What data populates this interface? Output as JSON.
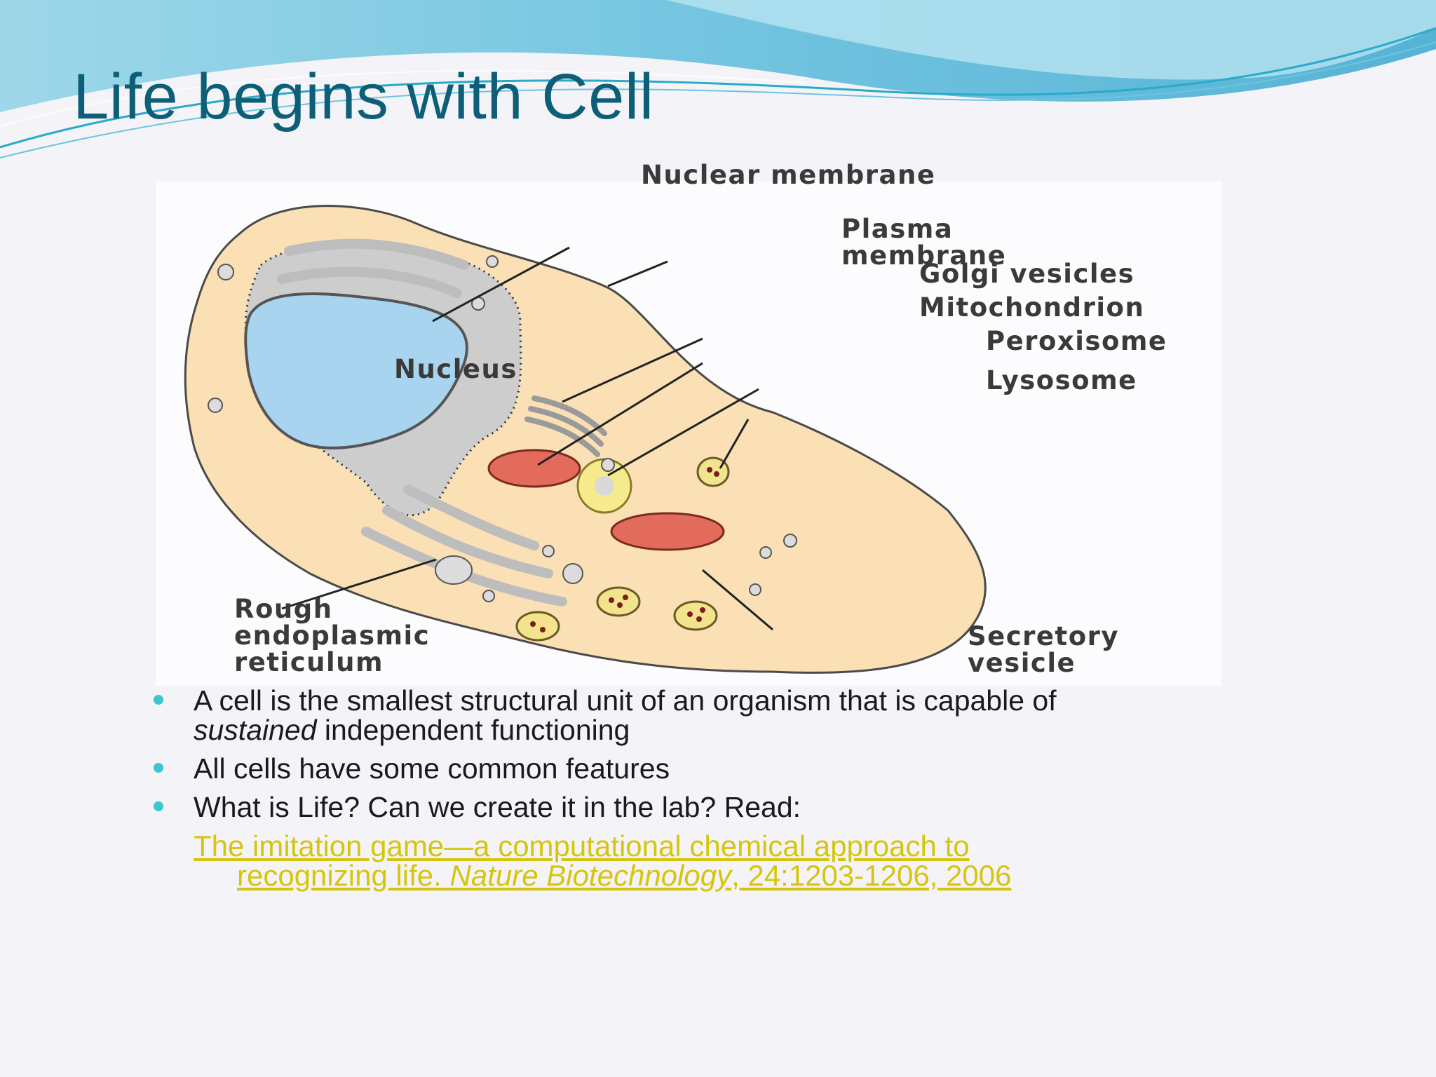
{
  "slide": {
    "title": "Life begins with Cell"
  },
  "diagram": {
    "labels": {
      "nuclear_membrane": "Nuclear membrane",
      "plasma_membrane": "Plasma\nmembrane",
      "golgi_vesicles": "Golgi vesicles",
      "mitochondrion": "Mitochondrion",
      "peroxisome": "Peroxisome",
      "lysosome": "Lysosome",
      "nucleus": "Nucleus",
      "rough_er": "Rough\nendoplasmic\nreticulum",
      "secretory_vesicle": "Secretory\nvesicle"
    },
    "colors": {
      "cytoplasm": "#fae0b4",
      "nucleus": "#a9d4ef",
      "er": "#cdcdcd",
      "mitochondrion": "#e36b5c",
      "peroxisome": "#f6eb8c",
      "lysosome": "#f2e38c"
    }
  },
  "bullets": [
    {
      "pre": "A cell is the smallest structural unit of an organism that is capable of",
      "em": "sustained",
      "post": " independent functioning"
    },
    {
      "text": "All cells have some common features"
    },
    {
      "text": "What is Life? Can we create it in the lab? Read:"
    }
  ],
  "reference": {
    "line1": "The imitation game—a computational chemical approach to",
    "line2_pre": "recognizing life. ",
    "line2_em": "Nature Biotechnology",
    "line2_post": ", 24:1203-1206, 2006"
  },
  "theme": {
    "title_color": "#0d5f78",
    "bullet_color": "#3cc6cf",
    "link_color": "#d6c50c",
    "wave_colors": [
      "#6cc4e0",
      "#2aa9c9",
      "#bfe7f2"
    ]
  }
}
